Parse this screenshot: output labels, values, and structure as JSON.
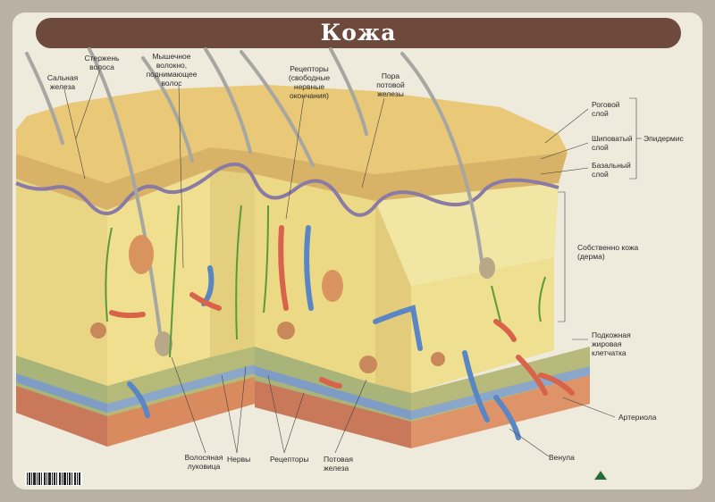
{
  "title": "Кожа",
  "labels": {
    "hair_shaft": "Стержень\nволоса",
    "sebaceous_gland": "Сальная\nжелеза",
    "muscle_fiber": "Мышечное\nволокно,\nподнимающее\nволос",
    "receptors_top": "Рецепторы\n(свободные\nнервные\nокончания)",
    "sweat_pore": "Пора\nпотовой\nжелезы",
    "stratum_corneum": "Роговой\nслой",
    "stratum_spinosum": "Шиповатый\nслой",
    "stratum_basale": "Базальный\nслой",
    "epidermis": "Эпидермис",
    "dermis": "Собственно кожа\n(дерма)",
    "hypodermis": "Подкожная\nжировая\nклетчатка",
    "arteriole": "Артериола",
    "venule": "Венула",
    "hair_bulb": "Волосяная\nлуковица",
    "nerves": "Нервы",
    "receptors_bottom": "Рецепторы",
    "sweat_gland": "Потовая\nжелеза"
  },
  "colors": {
    "background": "#b9b1a4",
    "panel": "#eeeadc",
    "title_bar": "#6e4a3c",
    "epidermis": "#e6c77e",
    "dermis": "#eedc8a",
    "fat": "#f0e39a",
    "base": "#d98a5e",
    "vein": "#5a87c4",
    "artery": "#d9624a",
    "nerve": "#5b9a3c"
  },
  "icons": {
    "barcode": "barcode-icon",
    "publisher_logo": "publisher-logo-icon"
  }
}
